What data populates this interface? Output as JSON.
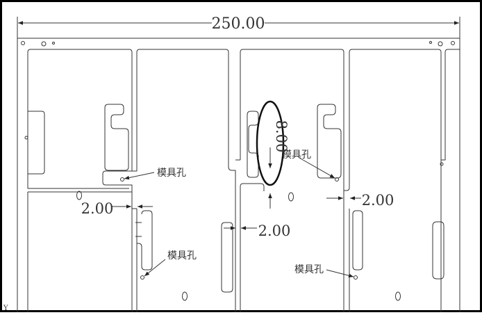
{
  "drawing": {
    "overall_width_dim": "250.00",
    "vertical_dim": "8.00",
    "gap_dims": [
      "2.00",
      "2.00",
      "2.00"
    ],
    "mold_hole_labels": [
      "模具孔",
      "模具孔",
      "模具孔",
      "模具孔"
    ],
    "corner_mark": "Y",
    "colors": {
      "line": "#333333",
      "frame": "#000000",
      "background": "#ffffff"
    }
  }
}
